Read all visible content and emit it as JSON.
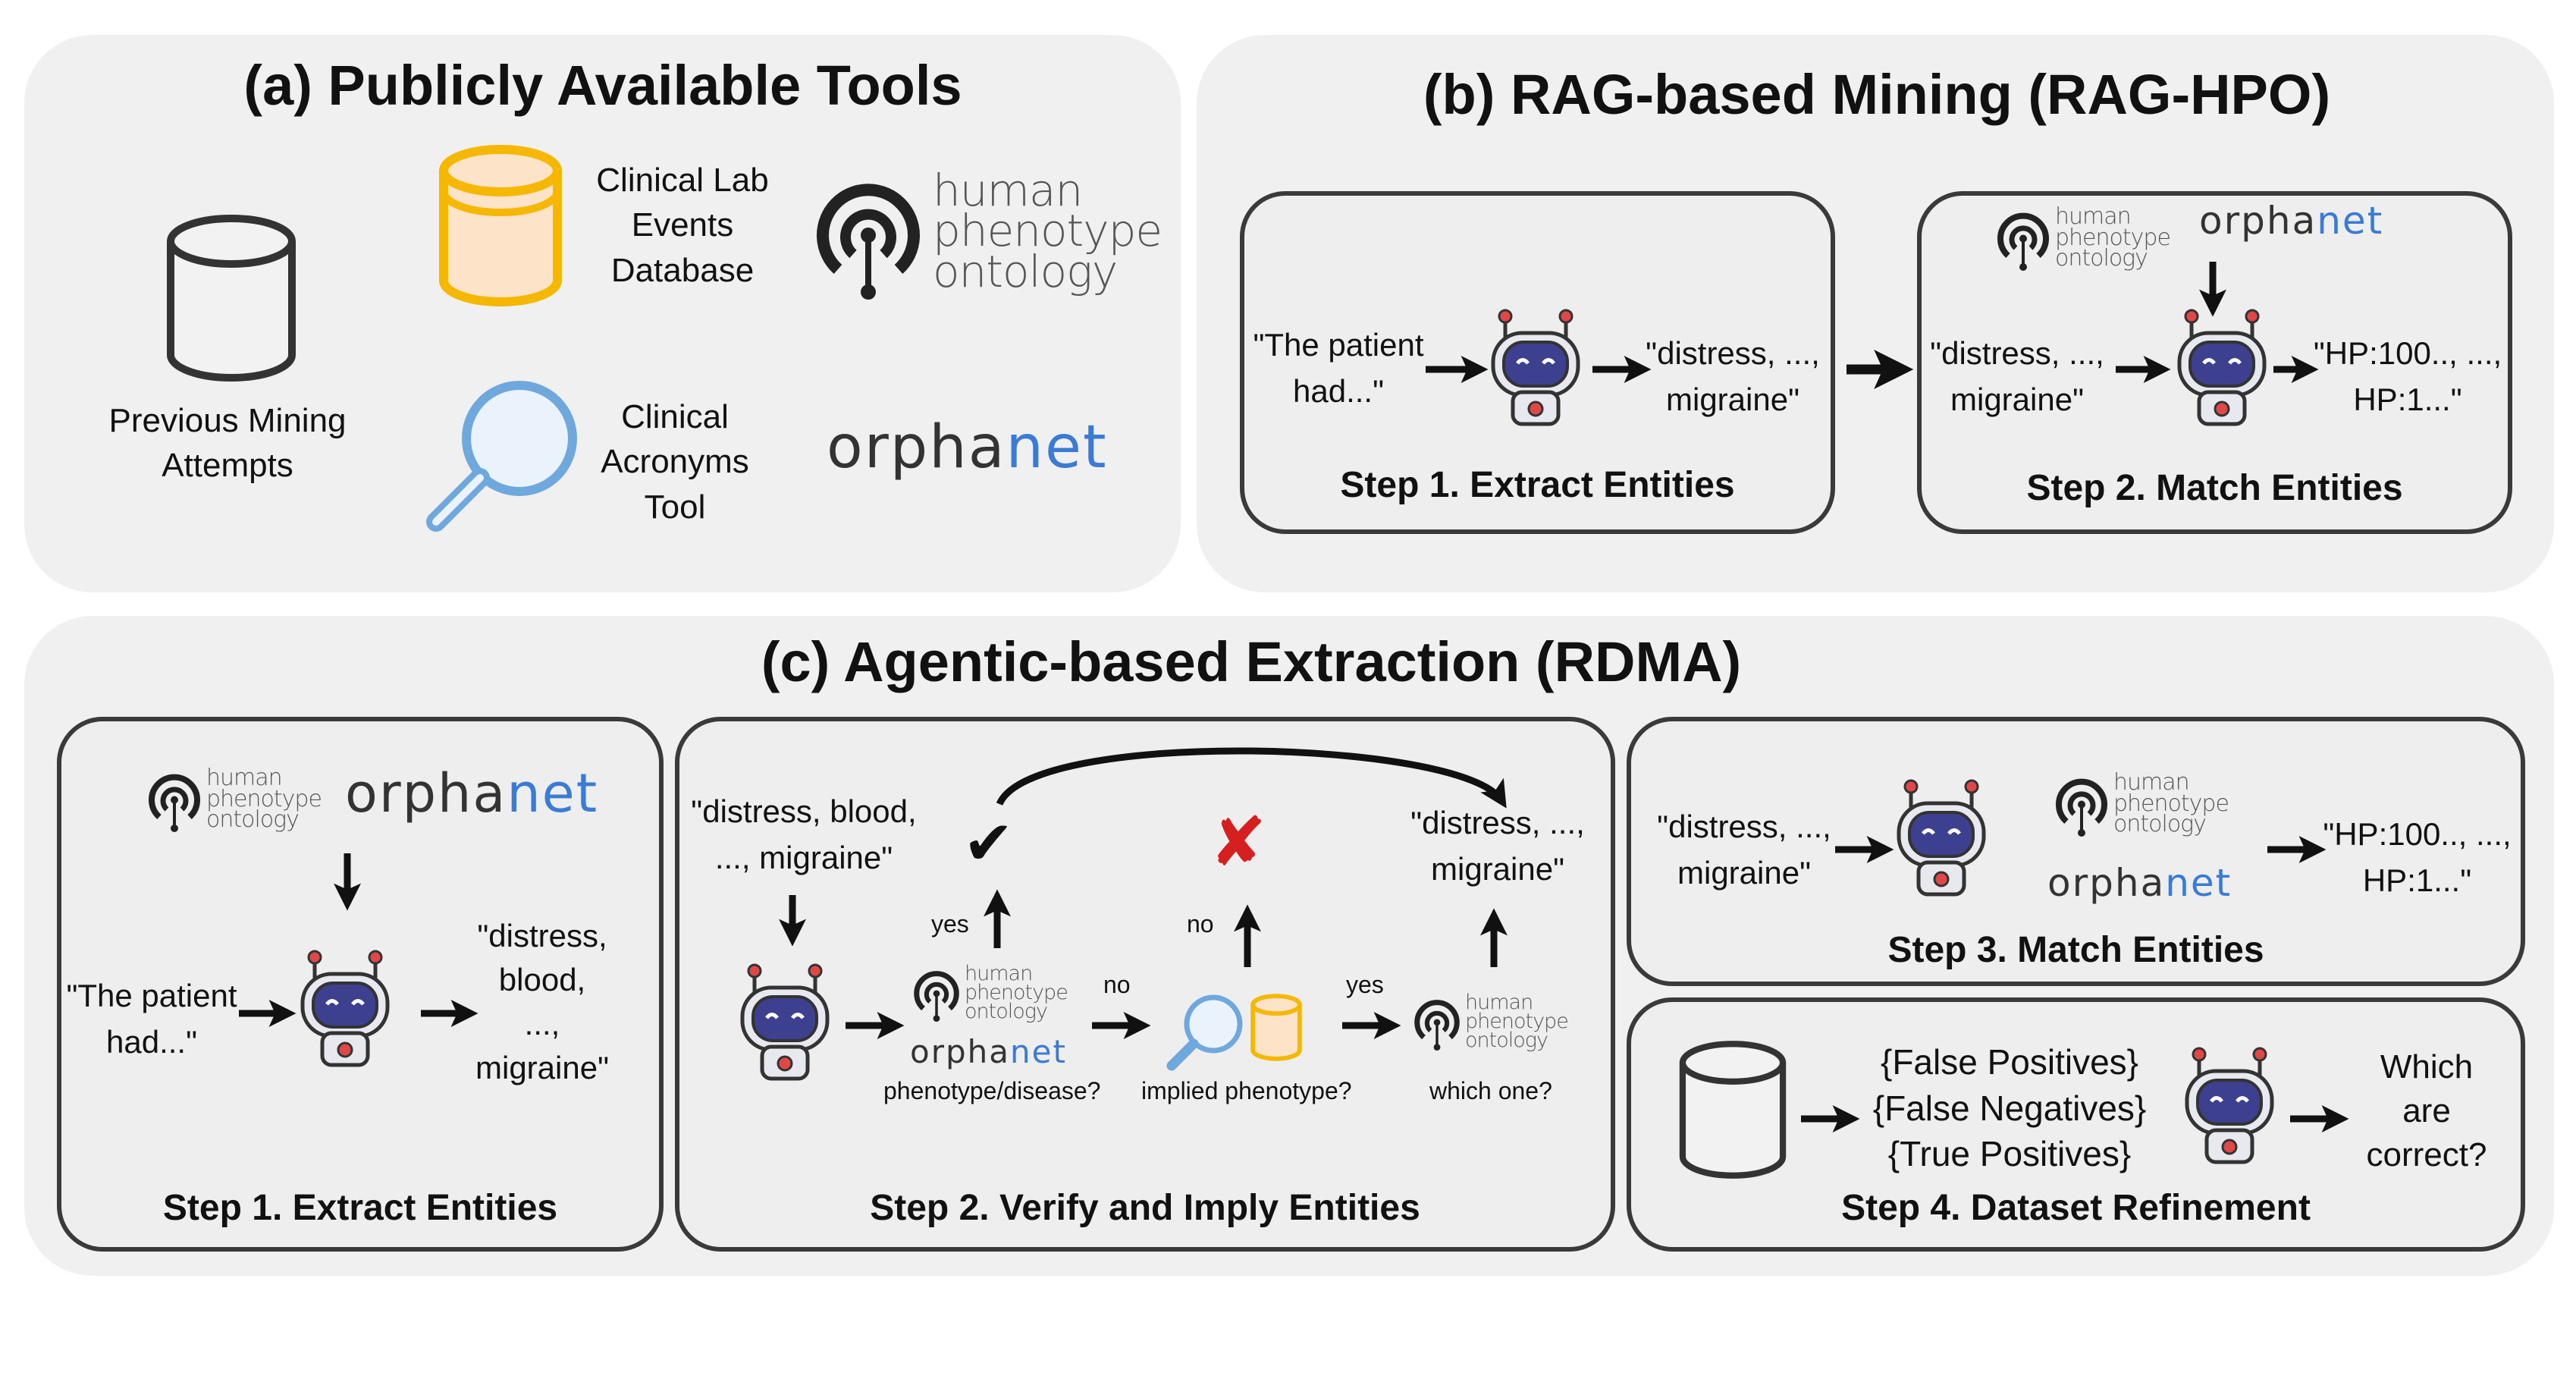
{
  "panels": {
    "a": {
      "title": "(a) Publicly Available Tools",
      "previous_mining": "Previous Mining\nAttempts",
      "lab_events": "Clinical Lab\nEvents\nDatabase",
      "acronyms": "Clinical\nAcronyms\nTool"
    },
    "b": {
      "title": "(b) RAG-based Mining (RAG-HPO)",
      "step1": {
        "label": "Step 1. Extract Entities",
        "input": "\"The patient\nhad...\"",
        "output": "\"distress, ...,\nmigraine\""
      },
      "step2": {
        "label": "Step 2. Match Entities",
        "input": "\"distress, ...,\nmigraine\"",
        "output": "\"HP:100.., ...,\nHP:1...\""
      }
    },
    "c": {
      "title": "(c) Agentic-based Extraction (RDMA)",
      "step1": {
        "label": "Step 1. Extract Entities",
        "input": "\"The patient\nhad...\"",
        "output": "\"distress,\nblood,\n...,\nmigraine\""
      },
      "step2": {
        "label": "Step 2. Verify and Imply Entities",
        "input": "\"distress, blood,\n..., migraine\"",
        "output": "\"distress, ...,\nmigraine\"",
        "yes1": "yes",
        "no1": "no",
        "no2": "no",
        "yes2": "yes",
        "q1": "phenotype/disease?",
        "q2": "implied phenotype?",
        "q3": "which one?",
        "check": "✔",
        "cross": "✘"
      },
      "step3": {
        "label": "Step 3. Match Entities",
        "input": "\"distress, ...,\nmigraine\"",
        "output": "\"HP:100.., ...,\nHP:1...\""
      },
      "step4": {
        "label": "Step 4. Dataset Refinement",
        "sets": "{False Positives}\n{False Negatives}\n{True Positives}",
        "question": "Which\nare\ncorrect?"
      }
    }
  },
  "logos": {
    "hpo_text": "human\nphenotype\nontology",
    "orpha_a": "orpha",
    "orpha_b": "net"
  },
  "colors": {
    "panel_bg": "#f0f0f0",
    "box_border": "#3a3a3a",
    "db_yellow": "#f5b700",
    "db_fill": "#fde3c8",
    "magnifier": "#6fa8dc",
    "robot_body": "#3d3f8f",
    "cross_red": "#d62020",
    "orphanet_blue": "#3a7bd5"
  }
}
